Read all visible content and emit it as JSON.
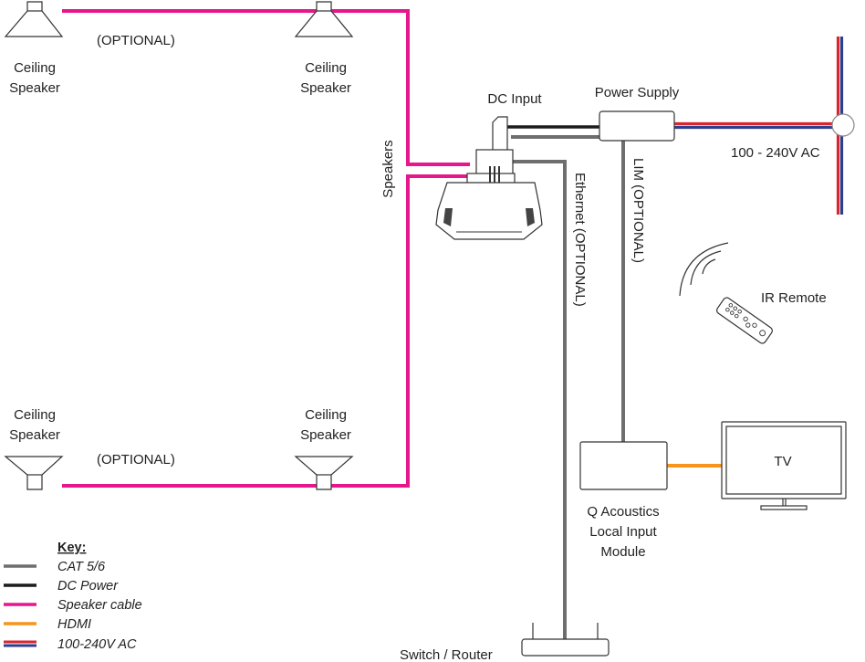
{
  "colors": {
    "cat": "#6e6e6e",
    "dc": "#1c1c1c",
    "speaker": "#e6168c",
    "hdmi": "#f7941d",
    "ac_red": "#d7262f",
    "ac_blue": "#2e3f8f"
  },
  "labels": {
    "speaker_tl": [
      "Ceiling",
      "Speaker"
    ],
    "speaker_tr": [
      "Ceiling",
      "Speaker"
    ],
    "speaker_bl": [
      "Ceiling",
      "Speaker"
    ],
    "speaker_br": [
      "Ceiling",
      "Speaker"
    ],
    "optional_top": "(OPTIONAL)",
    "optional_bottom": "(OPTIONAL)",
    "speakers": "Speakers",
    "dc_input": "DC Input",
    "power_supply": "Power Supply",
    "ac_voltage": "100 - 240V AC",
    "ethernet": "Ethernet (OPTIONAL)",
    "lim": "LIM (OPTIONAL)",
    "ir_remote": "IR Remote",
    "tv": "TV",
    "lim_module": [
      "Q Acoustics",
      "Local Input",
      "Module"
    ],
    "switch_router": "Switch / Router"
  },
  "key": {
    "title": "Key:",
    "items": [
      {
        "label": "CAT 5/6",
        "color": "#6e6e6e"
      },
      {
        "label": "DC Power",
        "color": "#1c1c1c"
      },
      {
        "label": "Speaker cable",
        "color": "#e6168c"
      },
      {
        "label": "HDMI",
        "color": "#f7941d"
      },
      {
        "label": "100-240V AC",
        "color": "#d7262f",
        "color2": "#2e3f8f"
      }
    ]
  }
}
